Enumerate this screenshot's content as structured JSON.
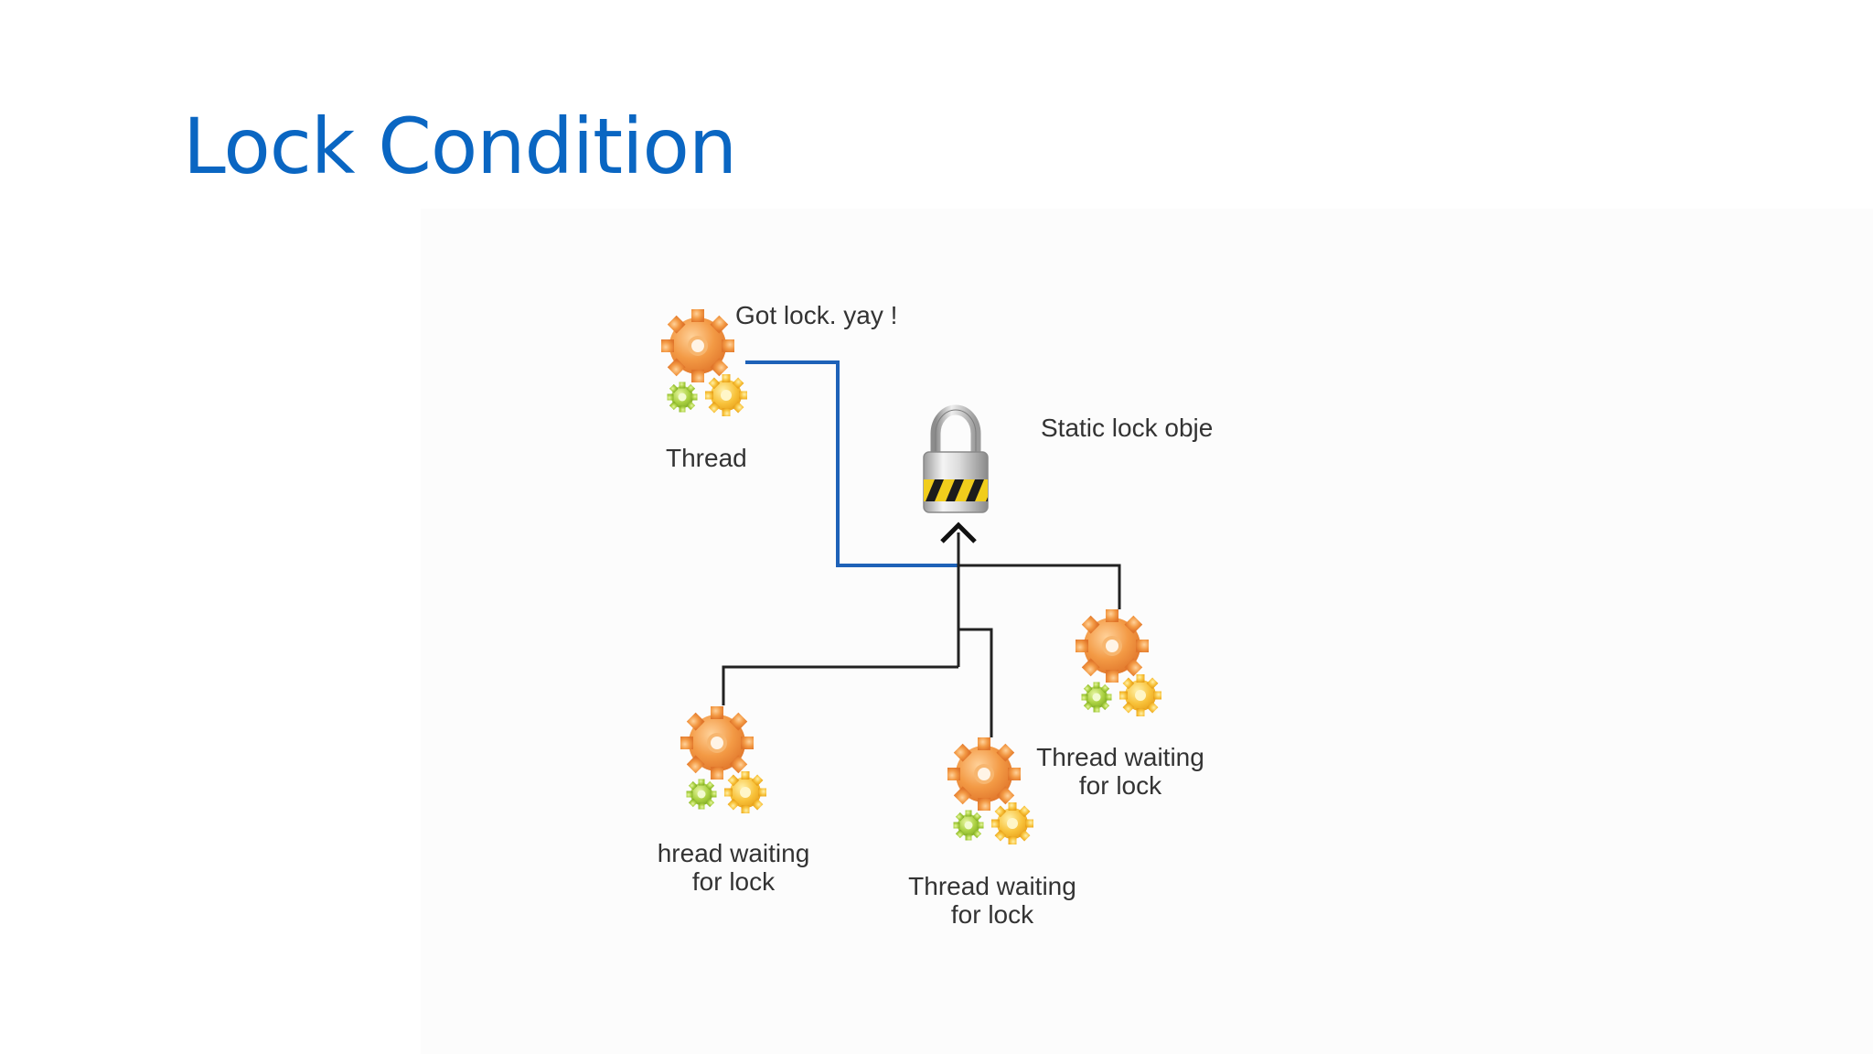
{
  "slide": {
    "title": "Lock Condition"
  },
  "diagram": {
    "lock_label": "Static lock obje",
    "holder": {
      "status_label": "Got lock. yay !",
      "name_label": "Thread"
    },
    "waiting_threads": [
      {
        "label_line1": "hread waiting",
        "label_line2": "for lock"
      },
      {
        "label_line1": "Thread waiting",
        "label_line2": "for lock"
      },
      {
        "label_line1": "Thread waiting",
        "label_line2": "for lock"
      }
    ]
  },
  "colors": {
    "title": "#0a66c2",
    "holder_line": "#1e62b8",
    "waiting_line": "#222222",
    "gear_orange": "#f0913a",
    "gear_green": "#a9d040",
    "gear_yellow": "#f8c23a",
    "lock_stripe": "#f1cd1c"
  },
  "icons": [
    "gear-cluster-icon",
    "padlock-icon",
    "arrow-up-icon"
  ]
}
